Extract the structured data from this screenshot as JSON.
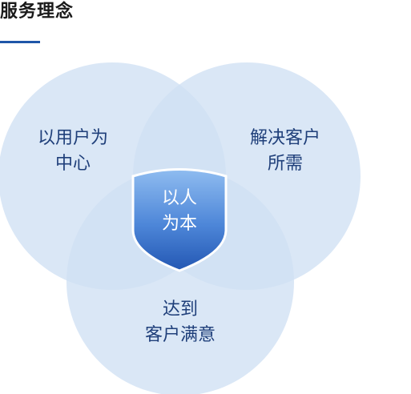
{
  "header": {
    "title": "服务理念"
  },
  "venn": {
    "circles": [
      {
        "id": "left",
        "lines": [
          "以用户为",
          "中心"
        ]
      },
      {
        "id": "right",
        "lines": [
          "解决客户",
          "所需"
        ]
      },
      {
        "id": "bottom",
        "lines": [
          "达到",
          "客户满意"
        ]
      }
    ],
    "center": {
      "lines": [
        "以人",
        "为本"
      ]
    }
  },
  "colors": {
    "circle_fill": "#cfe0f3",
    "overlap": "#b9d1ec",
    "center_top": "#7fb0ea",
    "center_bottom": "#2b63c0",
    "accent": "#1f56a8",
    "label_text": "#1f3f7a"
  }
}
